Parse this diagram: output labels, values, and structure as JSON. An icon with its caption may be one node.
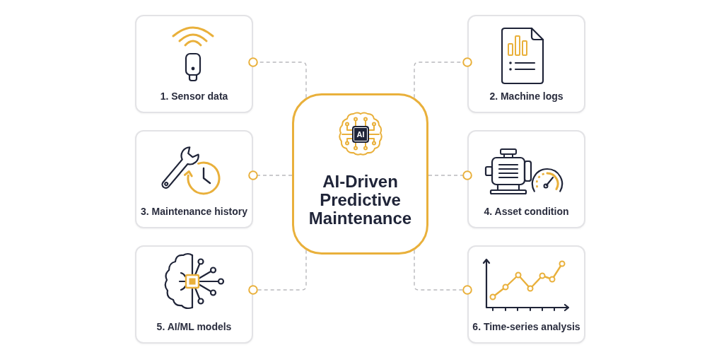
{
  "diagram": {
    "nodes": [
      {
        "text": [
          "AI",
          "AI-Driven Predictive Maintenance"
        ]
      },
      {
        "text": [
          "1. Sensor data"
        ]
      },
      {
        "text": [
          "2. Machine logs"
        ]
      },
      {
        "text": [
          "3. Maintenance history"
        ]
      },
      {
        "text": [
          "4. Asset condition"
        ]
      },
      {
        "text": [
          "5. AI/ML models"
        ]
      },
      {
        "text": [
          "6. Time-series analysis"
        ]
      }
    ],
    "edges": [
      {
        "from": 0,
        "to": 1,
        "arrow": "other",
        "style": "dashed"
      },
      {
        "from": 0,
        "to": 2,
        "arrow": "other",
        "style": "dashed"
      },
      {
        "from": 0,
        "to": 3,
        "arrow": "other",
        "style": "dashed"
      },
      {
        "from": 0,
        "to": 4,
        "arrow": "other",
        "style": "dashed"
      },
      {
        "from": 0,
        "to": 5,
        "arrow": "other",
        "style": "dashed"
      },
      {
        "from": 0,
        "to": 6,
        "arrow": "other",
        "style": "dashed"
      }
    ]
  }
}
